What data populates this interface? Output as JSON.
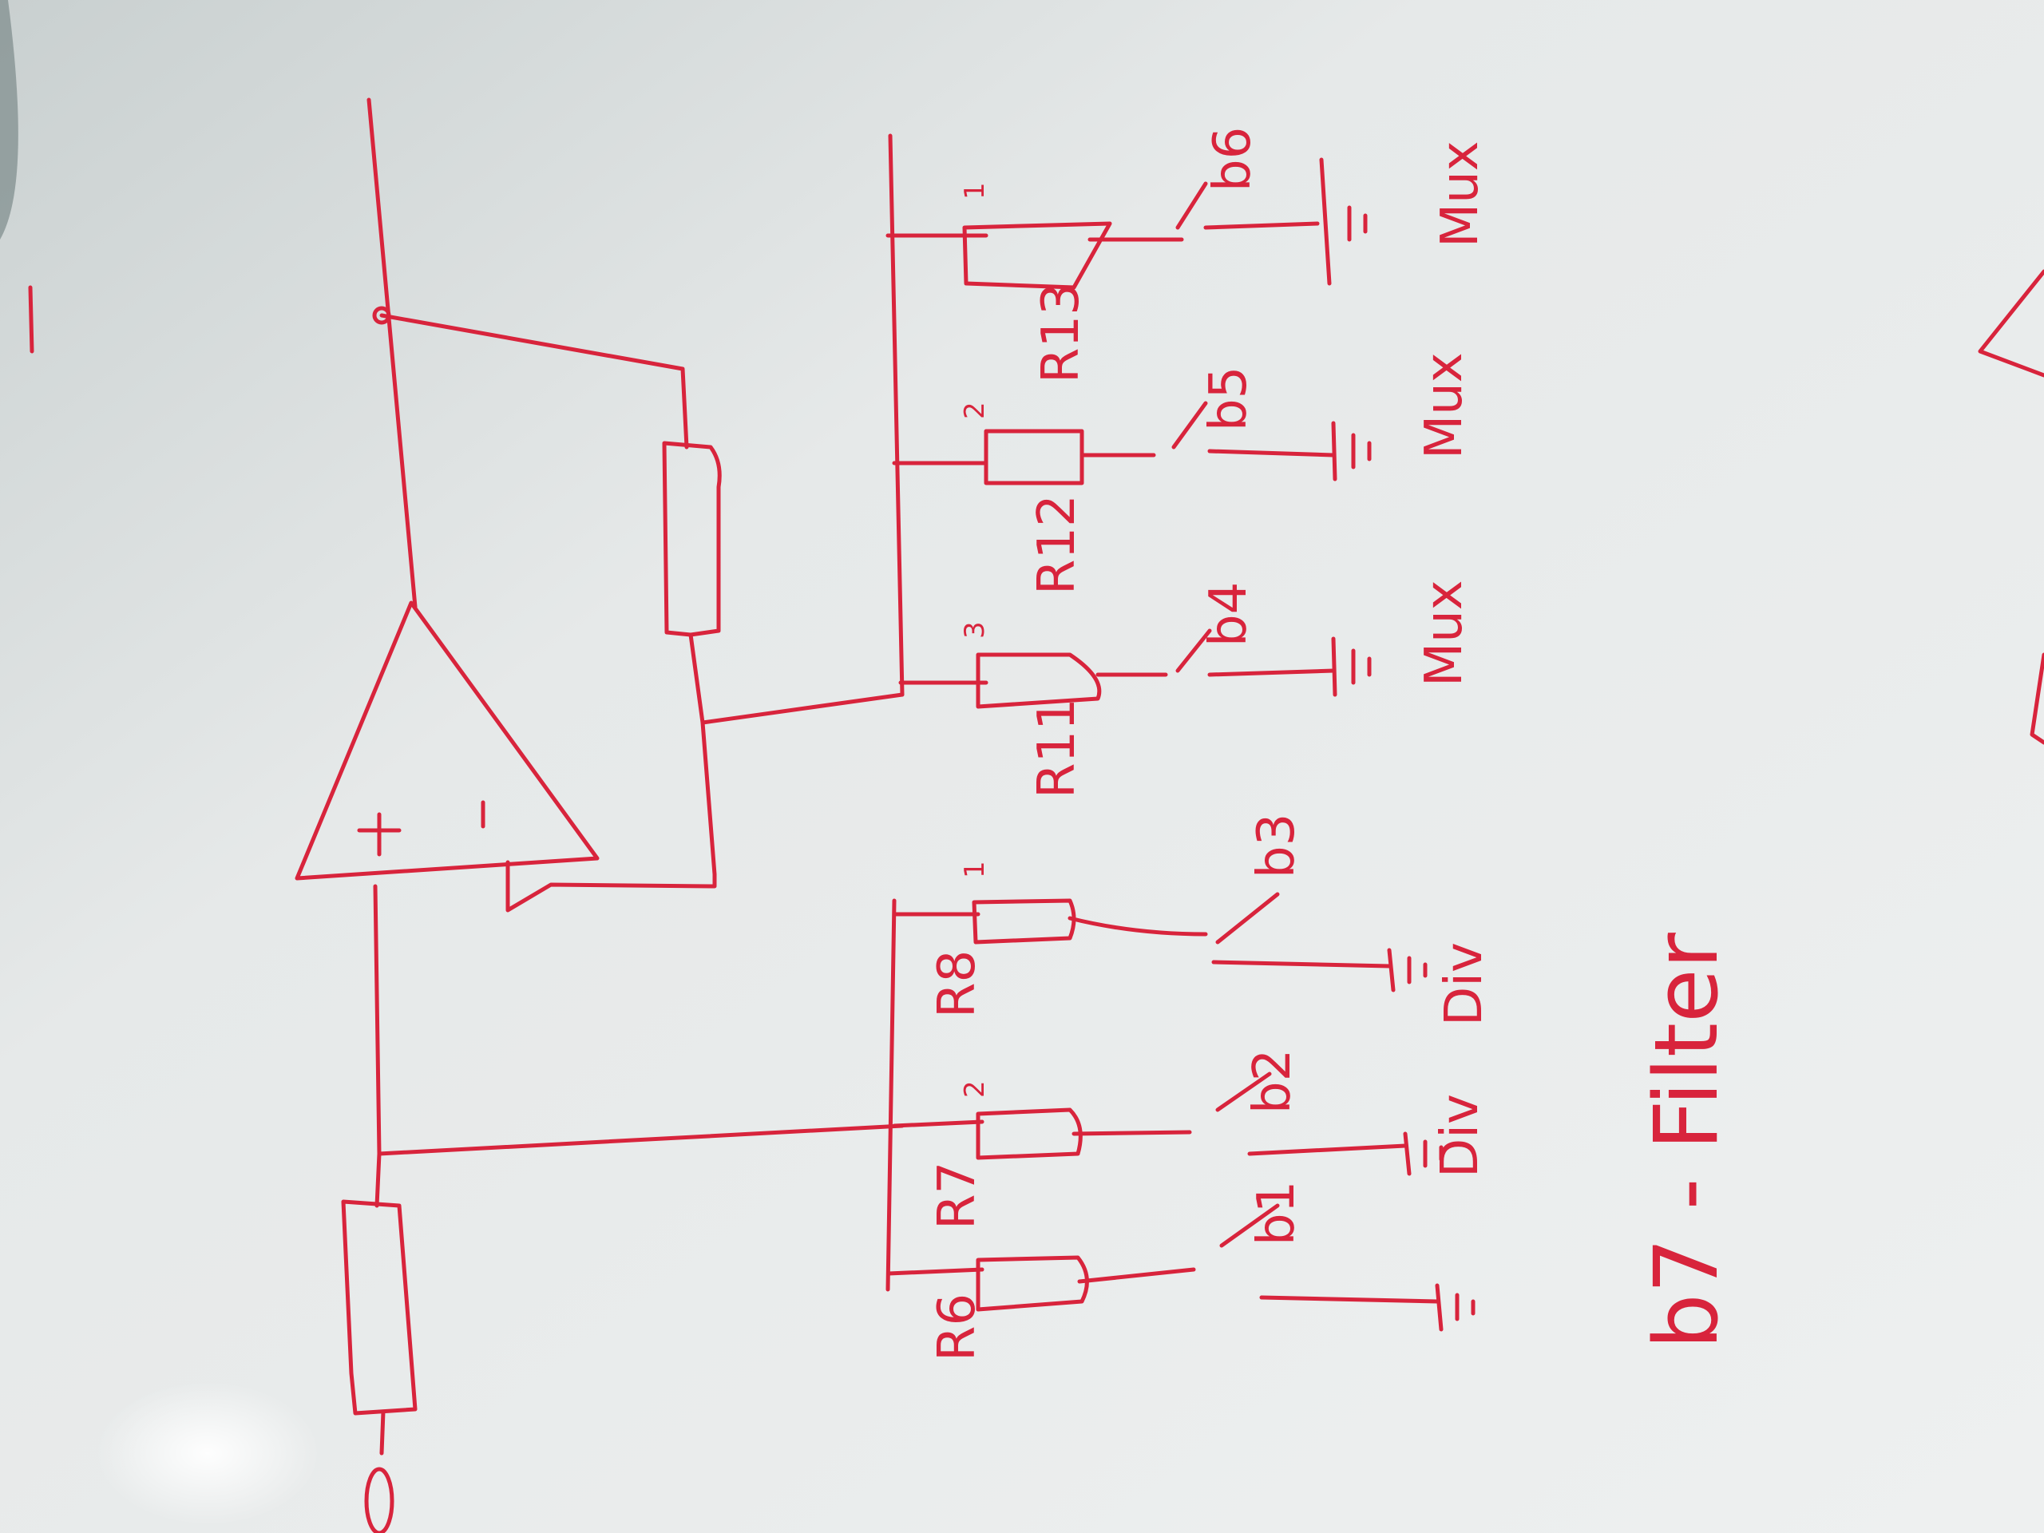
{
  "ink_color": "#d8243c",
  "board_color": "#e4e8e8",
  "opamp": {
    "plus_sign": "+",
    "minus_sign": "-"
  },
  "resistors": [
    {
      "id": "r6",
      "label": "R6",
      "tap": ""
    },
    {
      "id": "r7",
      "label": "R7",
      "tap": "2"
    },
    {
      "id": "r8",
      "label": "R8",
      "tap": "1"
    },
    {
      "id": "r11",
      "label": "R11",
      "tap": "3"
    },
    {
      "id": "r12",
      "label": "R12",
      "tap": "2"
    },
    {
      "id": "r13",
      "label": "R13",
      "tap": "1"
    }
  ],
  "switches": [
    {
      "id": "b1",
      "label": "b1"
    },
    {
      "id": "b2",
      "label": "b2"
    },
    {
      "id": "b3",
      "label": "b3"
    },
    {
      "id": "b4",
      "label": "b4"
    },
    {
      "id": "b5",
      "label": "b5"
    },
    {
      "id": "b6",
      "label": "b6"
    }
  ],
  "ground_labels": {
    "div1": "Div",
    "div2": "Div",
    "mux1": "Mux",
    "mux2": "Mux",
    "mux3": "Mux"
  },
  "footer_text": "b7 - Filter"
}
